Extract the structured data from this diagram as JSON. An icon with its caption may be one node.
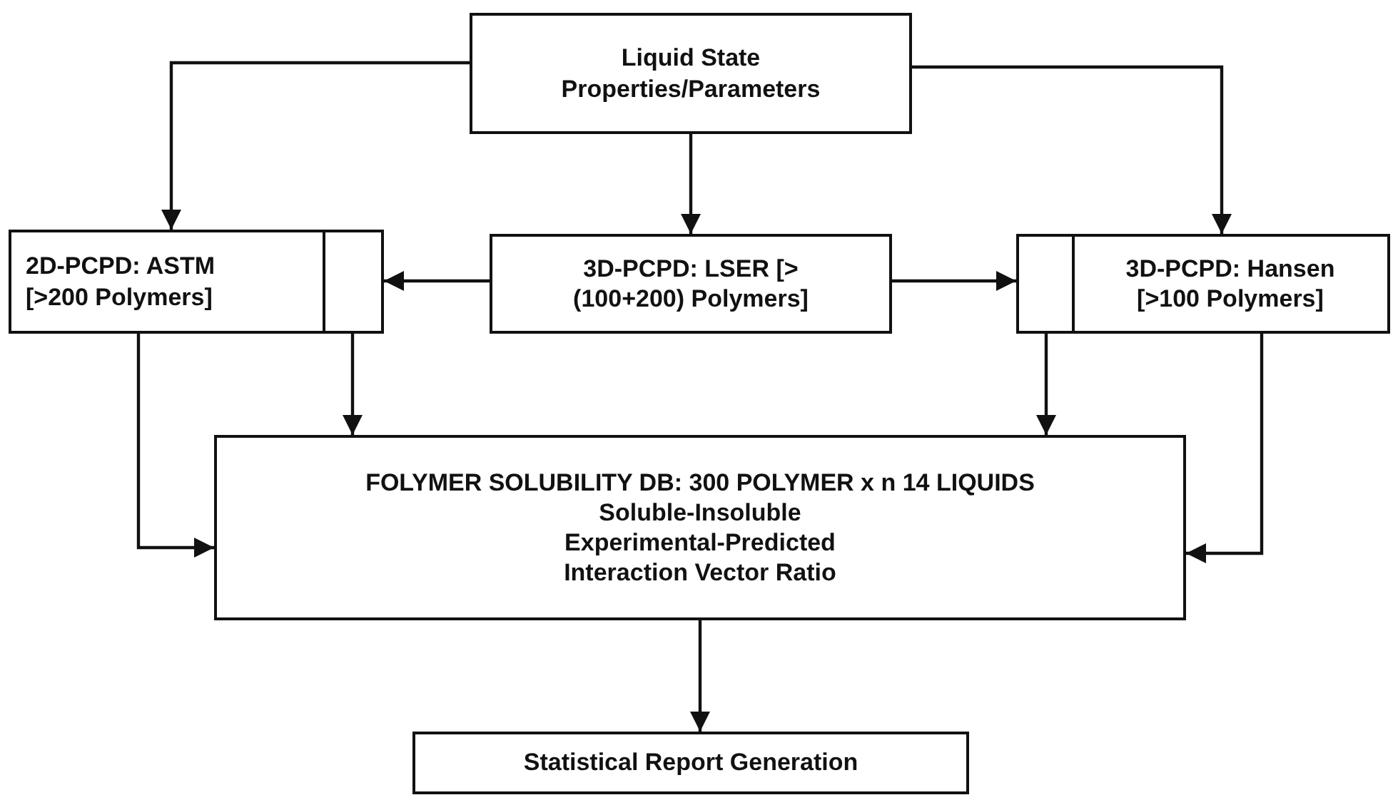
{
  "diagram": {
    "nodes": [
      {
        "text": [
          "Liquid State Properties/Parameters"
        ]
      },
      {
        "text": [
          "2D-PCPD: ASTM [>200 Polymers]"
        ]
      },
      {
        "text": [],
        "shape": "box",
        "in": 1
      },
      {
        "text": [
          "3D-PCPD: LSER [> (100+200) Polymers]"
        ]
      },
      {
        "text": [
          "3D-PCPD: Hansen [>100 Polymers]"
        ]
      },
      {
        "text": [],
        "shape": "box",
        "in": 4
      },
      {
        "text": [
          "FOLYMER SOLUBILITY DB: 300 POLYMER x n 14 LIQUIDS",
          "Soluble-Insoluble",
          "Experimental-Predicted",
          "Interaction Vector Ratio"
        ]
      },
      {
        "text": [
          "Statistical Report Generation"
        ]
      }
    ],
    "edges": [
      {
        "from": 0,
        "to": 1,
        "arrow": "to"
      },
      {
        "from": 0,
        "to": 3,
        "arrow": "to"
      },
      {
        "from": 0,
        "to": 4,
        "arrow": "to"
      },
      {
        "from": 3,
        "to": 2,
        "arrow": "to"
      },
      {
        "from": 3,
        "to": 5,
        "arrow": "to"
      },
      {
        "from": 1,
        "to": 6,
        "arrow": "to"
      },
      {
        "from": 2,
        "to": 6,
        "arrow": "to"
      },
      {
        "from": 5,
        "to": 6,
        "arrow": "to"
      },
      {
        "from": 4,
        "to": 6,
        "arrow": "to"
      },
      {
        "from": 6,
        "to": 7,
        "arrow": "to"
      }
    ]
  }
}
